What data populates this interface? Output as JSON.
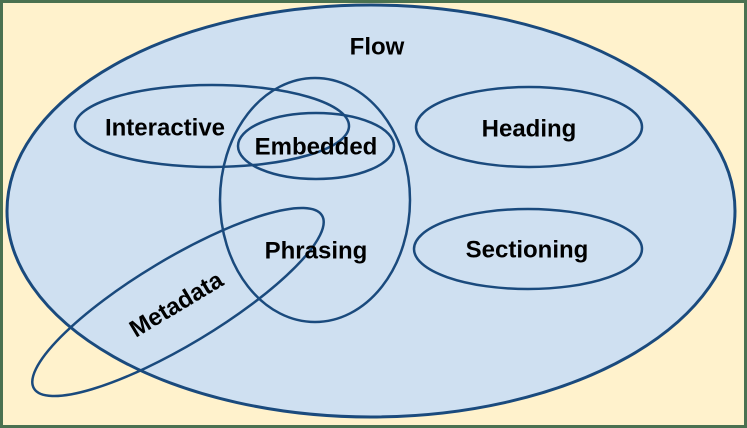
{
  "diagram": {
    "title": "HTML content categories Venn diagram",
    "colors": {
      "canvas_background": "#fff2cc",
      "frame_border": "#4a7150",
      "ellipse_stroke": "#1a4a7d",
      "flow_fill": "#cfe0f1",
      "label_text": "#000000"
    },
    "sets": [
      {
        "id": "flow",
        "label": "Flow"
      },
      {
        "id": "interactive",
        "label": "Interactive"
      },
      {
        "id": "embedded",
        "label": "Embedded"
      },
      {
        "id": "heading",
        "label": "Heading"
      },
      {
        "id": "phrasing",
        "label": "Phrasing"
      },
      {
        "id": "sectioning",
        "label": "Sectioning"
      },
      {
        "id": "metadata",
        "label": "Metadata"
      }
    ]
  }
}
